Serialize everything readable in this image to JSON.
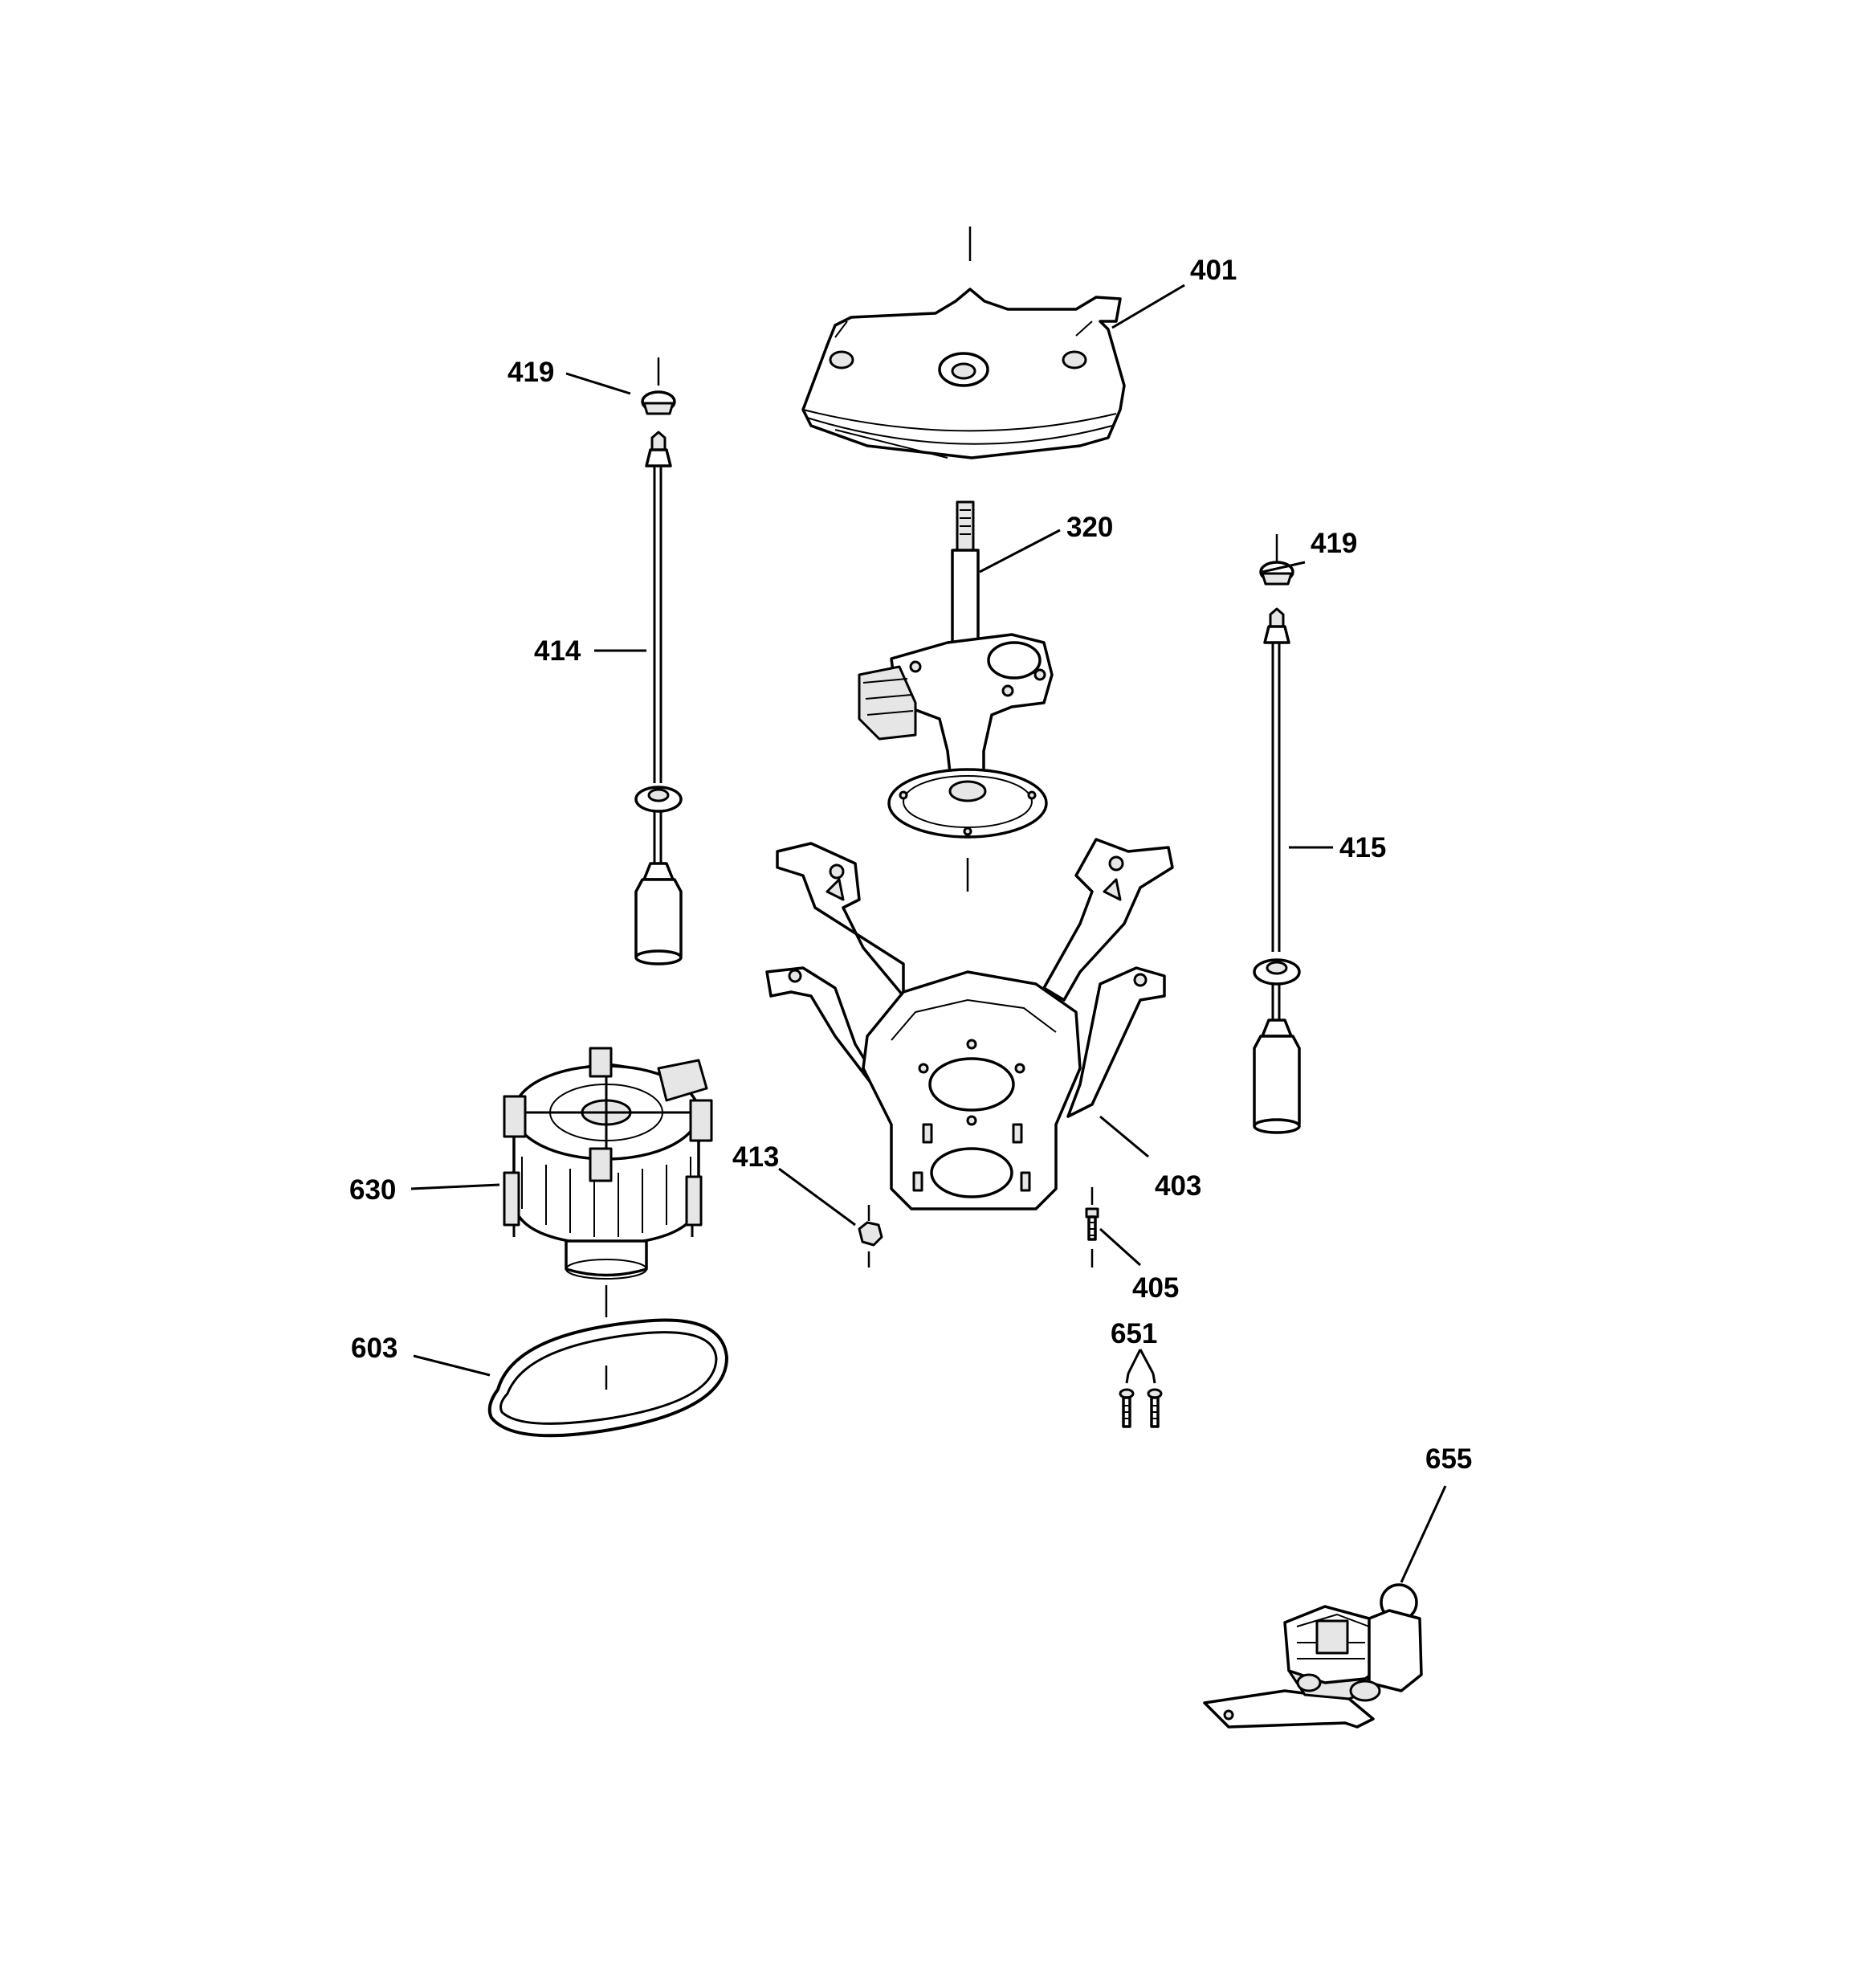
{
  "callouts": [
    {
      "id": "401",
      "text": "401"
    },
    {
      "id": "419a",
      "text": "419"
    },
    {
      "id": "419b",
      "text": "419"
    },
    {
      "id": "320",
      "text": "320"
    },
    {
      "id": "414",
      "text": "414"
    },
    {
      "id": "415",
      "text": "415"
    },
    {
      "id": "413",
      "text": "413"
    },
    {
      "id": "403",
      "text": "403"
    },
    {
      "id": "630",
      "text": "630"
    },
    {
      "id": "405",
      "text": "405"
    },
    {
      "id": "651",
      "text": "651"
    },
    {
      "id": "603",
      "text": "603"
    },
    {
      "id": "655",
      "text": "655"
    }
  ]
}
